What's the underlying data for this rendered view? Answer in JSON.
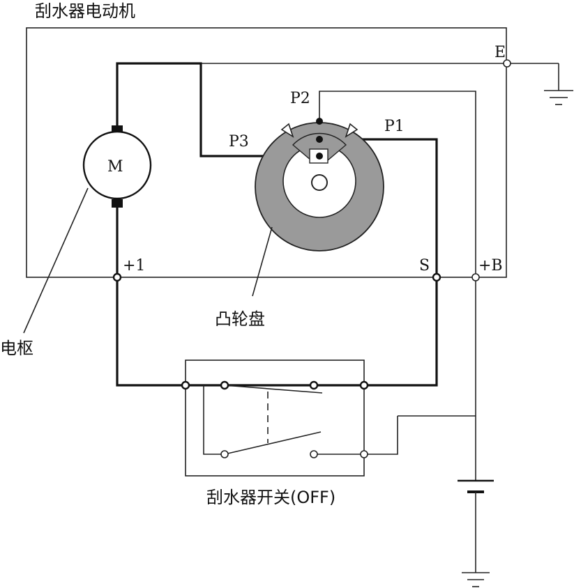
{
  "labels": {
    "motor_title": "刮水器电动机",
    "motor_symbol": "M",
    "armature": "电枢",
    "cam_disc": "凸轮盘",
    "switch_title": "刮水器开关(OFF)",
    "terminal_e": "E",
    "terminal_plus1": "+1",
    "terminal_s": "S",
    "terminal_plusb": "+B",
    "contact_p1": "P1",
    "contact_p2": "P2",
    "contact_p3": "P3"
  },
  "colors": {
    "cam_fill": "#9a9a9a",
    "line": "#111111"
  }
}
